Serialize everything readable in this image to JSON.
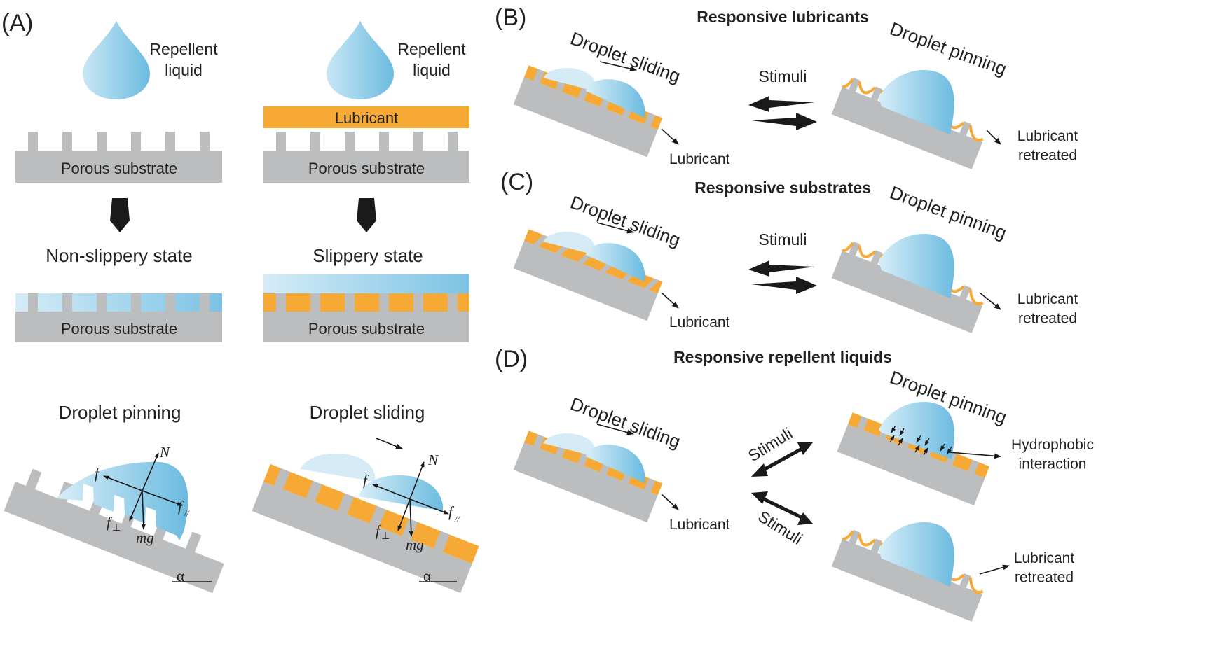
{
  "panels": {
    "a": {
      "label": "(A)",
      "repellent_liquid": "Repellent\nliquid",
      "lubricant": "Lubricant",
      "porous_substrate": "Porous substrate",
      "non_slippery_state": "Non-slippery state",
      "slippery_state": "Slippery state",
      "droplet_pinning": "Droplet pinning",
      "droplet_sliding": "Droplet sliding",
      "forces": {
        "N": "N",
        "f": "f",
        "f_par": "f",
        "f_par_sub": "//",
        "f_perp": "f",
        "f_perp_sub": "⊥",
        "mg": "mg",
        "alpha": "α"
      }
    },
    "b": {
      "label": "(B)",
      "title": "Responsive lubricants",
      "droplet_sliding": "Droplet sliding",
      "droplet_pinning": "Droplet pinning",
      "stimuli": "Stimuli",
      "lubricant": "Lubricant",
      "lubricant_retreated": "Lubricant\nretreated"
    },
    "c": {
      "label": "(C)",
      "title": "Responsive substrates",
      "droplet_sliding": "Droplet sliding",
      "droplet_pinning": "Droplet pinning",
      "stimuli": "Stimuli",
      "lubricant": "Lubricant",
      "lubricant_retreated": "Lubricant\nretreated"
    },
    "d": {
      "label": "(D)",
      "title": "Responsive repellent liquids",
      "droplet_sliding": "Droplet sliding",
      "droplet_pinning": "Droplet pinning",
      "stimuli_top": "Stimuli",
      "stimuli_bottom": "Stimuli",
      "lubricant": "Lubricant",
      "hydrophobic_interaction": "Hydrophobic\ninteraction",
      "lubricant_retreated": "Lubricant\nretreated"
    }
  },
  "colors": {
    "substrate": "#bcbdbf",
    "lubricant": "#f6a935",
    "droplet_light": "#d3ebf6",
    "droplet_dark": "#6fbde0",
    "arrow": "#1a1a1a"
  }
}
